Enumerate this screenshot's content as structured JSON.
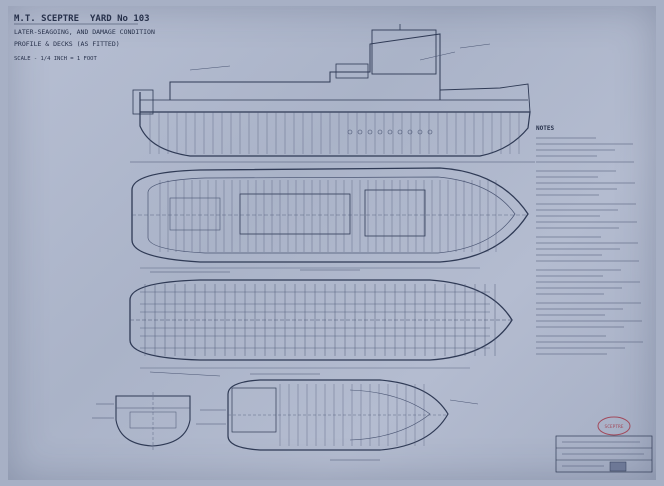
{
  "title_block": {
    "vessel": "M.T. SCEPTRE",
    "yard_no": "YARD No 103",
    "line2": "LATER-SEAGOING, AND DAMAGE CONDITION",
    "line3": "PROFILE & DECKS (AS FITTED)",
    "scale": "SCALE - 1/4 INCH = 1 FOOT"
  },
  "notes": {
    "heading": "NOTES"
  },
  "stamp": {
    "label": "SCEPTRE"
  },
  "colors": {
    "paper": "#b0b8cc",
    "ink": "#2f3a55"
  }
}
